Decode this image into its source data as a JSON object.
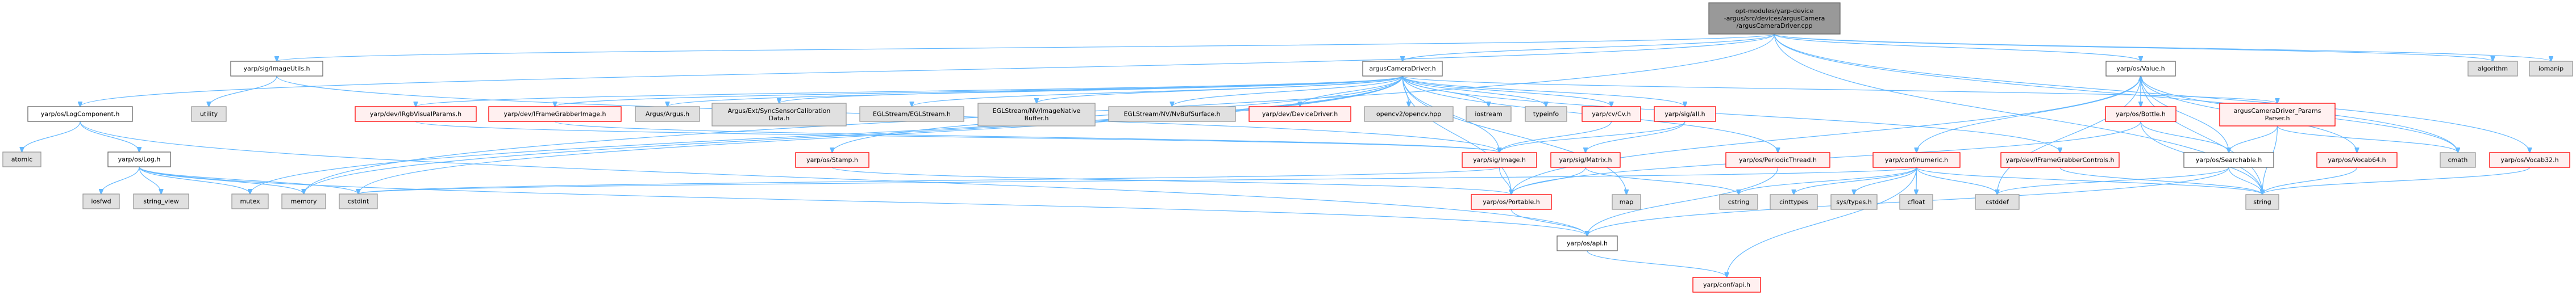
{
  "title": "opt-modules/yarp-device-argus/src/devices/argusCamera/argusCameraDriver.cpp include dependency graph",
  "colors": {
    "edge": "#63b8ff",
    "root_fill": "#999999",
    "red_border": "#ff0000",
    "red_fill": "#fff0f0",
    "system_fill": "#e0e0e0"
  },
  "nodes": [
    {
      "id": "root",
      "kind": "root",
      "lines": [
        "opt-modules/yarp-device",
        "-argus/src/devices/argusCamera",
        "/argusCameraDriver.cpp"
      ]
    },
    {
      "id": "logcomponent",
      "kind": "normal",
      "lines": [
        "yarp/os/LogComponent.h"
      ]
    },
    {
      "id": "atomic",
      "kind": "gray",
      "lines": [
        "atomic"
      ]
    },
    {
      "id": "log",
      "kind": "normal",
      "lines": [
        "yarp/os/Log.h"
      ]
    },
    {
      "id": "utility",
      "kind": "gray",
      "lines": [
        "utility"
      ]
    },
    {
      "id": "imageutils",
      "kind": "normal",
      "lines": [
        "yarp/sig/ImageUtils.h"
      ]
    },
    {
      "id": "iosfwd",
      "kind": "gray",
      "lines": [
        "iosfwd"
      ]
    },
    {
      "id": "string_view",
      "kind": "gray",
      "lines": [
        "string_view"
      ]
    },
    {
      "id": "mutex",
      "kind": "gray",
      "lines": [
        "mutex"
      ]
    },
    {
      "id": "memory",
      "kind": "gray",
      "lines": [
        "memory"
      ]
    },
    {
      "id": "cstdint",
      "kind": "gray",
      "lines": [
        "cstdint"
      ]
    },
    {
      "id": "driverh",
      "kind": "normal",
      "lines": [
        "argusCameraDriver.h"
      ]
    },
    {
      "id": "irgb",
      "kind": "red",
      "lines": [
        "yarp/dev/IRgbVisualParams.h"
      ]
    },
    {
      "id": "ifgimage",
      "kind": "red",
      "lines": [
        "yarp/dev/IFrameGrabberImage.h"
      ]
    },
    {
      "id": "argus",
      "kind": "gray",
      "lines": [
        "Argus/Argus.h"
      ]
    },
    {
      "id": "syncsensor",
      "kind": "gray",
      "lines": [
        "Argus/Ext/SyncSensorCalibration",
        "Data.h"
      ]
    },
    {
      "id": "eglstream",
      "kind": "gray",
      "lines": [
        "EGLStream/EGLStream.h"
      ]
    },
    {
      "id": "imagenative",
      "kind": "gray",
      "lines": [
        "EGLStream/NV/ImageNative",
        "Buffer.h"
      ]
    },
    {
      "id": "nvbuf",
      "kind": "gray",
      "lines": [
        "EGLStream/NV/NvBufSurface.h"
      ]
    },
    {
      "id": "devicedriver",
      "kind": "red",
      "lines": [
        "yarp/dev/DeviceDriver.h"
      ]
    },
    {
      "id": "opencv",
      "kind": "gray",
      "lines": [
        "opencv2/opencv.hpp"
      ]
    },
    {
      "id": "iostream",
      "kind": "gray",
      "lines": [
        "iostream"
      ]
    },
    {
      "id": "typeinfo",
      "kind": "gray",
      "lines": [
        "typeinfo"
      ]
    },
    {
      "id": "cv",
      "kind": "red",
      "lines": [
        "yarp/cv/Cv.h"
      ]
    },
    {
      "id": "sigall",
      "kind": "red",
      "lines": [
        "yarp/sig/all.h"
      ]
    },
    {
      "id": "stamp",
      "kind": "red",
      "lines": [
        "yarp/os/Stamp.h"
      ]
    },
    {
      "id": "image",
      "kind": "red",
      "lines": [
        "yarp/sig/Image.h"
      ]
    },
    {
      "id": "matrix",
      "kind": "red",
      "lines": [
        "yarp/sig/Matrix.h"
      ]
    },
    {
      "id": "periodic",
      "kind": "red",
      "lines": [
        "yarp/os/PeriodicThread.h"
      ]
    },
    {
      "id": "numeric",
      "kind": "red",
      "lines": [
        "yarp/conf/numeric.h"
      ]
    },
    {
      "id": "ifgcontrols",
      "kind": "red",
      "lines": [
        "yarp/dev/IFrameGrabberControls.h"
      ]
    },
    {
      "id": "value",
      "kind": "normal",
      "lines": [
        "yarp/os/Value.h"
      ]
    },
    {
      "id": "bottle",
      "kind": "red",
      "lines": [
        "yarp/os/Bottle.h"
      ]
    },
    {
      "id": "paramsparser",
      "kind": "red",
      "lines": [
        "argusCameraDriver_Params",
        "Parser.h"
      ]
    },
    {
      "id": "searchable",
      "kind": "normal",
      "lines": [
        "yarp/os/Searchable.h"
      ]
    },
    {
      "id": "vocab64",
      "kind": "red",
      "lines": [
        "yarp/os/Vocab64.h"
      ]
    },
    {
      "id": "cmath",
      "kind": "gray",
      "lines": [
        "cmath"
      ]
    },
    {
      "id": "vocab32",
      "kind": "red",
      "lines": [
        "yarp/os/Vocab32.h"
      ]
    },
    {
      "id": "algorithm",
      "kind": "gray",
      "lines": [
        "algorithm"
      ]
    },
    {
      "id": "iomanip",
      "kind": "gray",
      "lines": [
        "iomanip"
      ]
    },
    {
      "id": "portable",
      "kind": "red",
      "lines": [
        "yarp/os/Portable.h"
      ]
    },
    {
      "id": "map",
      "kind": "gray",
      "lines": [
        "map"
      ]
    },
    {
      "id": "cstring",
      "kind": "gray",
      "lines": [
        "cstring"
      ]
    },
    {
      "id": "cinttypes",
      "kind": "gray",
      "lines": [
        "cinttypes"
      ]
    },
    {
      "id": "systypes",
      "kind": "gray",
      "lines": [
        "sys/types.h"
      ]
    },
    {
      "id": "cfloat",
      "kind": "gray",
      "lines": [
        "cfloat"
      ]
    },
    {
      "id": "cstddef",
      "kind": "gray",
      "lines": [
        "cstddef"
      ]
    },
    {
      "id": "string",
      "kind": "gray",
      "lines": [
        "string"
      ]
    },
    {
      "id": "osapi",
      "kind": "normal",
      "lines": [
        "yarp/os/api.h"
      ]
    },
    {
      "id": "confapi",
      "kind": "red",
      "lines": [
        "yarp/conf/api.h"
      ]
    }
  ],
  "edges": [
    [
      "root",
      "logcomponent"
    ],
    [
      "root",
      "imageutils"
    ],
    [
      "root",
      "driverh"
    ],
    [
      "root",
      "value"
    ],
    [
      "root",
      "algorithm"
    ],
    [
      "root",
      "iomanip"
    ],
    [
      "root",
      "vocab32"
    ],
    [
      "root",
      "cmath"
    ],
    [
      "root",
      "string"
    ],
    [
      "root",
      "memory"
    ],
    [
      "logcomponent",
      "atomic"
    ],
    [
      "logcomponent",
      "log"
    ],
    [
      "logcomponent",
      "osapi"
    ],
    [
      "log",
      "iosfwd"
    ],
    [
      "log",
      "string_view"
    ],
    [
      "log",
      "mutex"
    ],
    [
      "log",
      "memory"
    ],
    [
      "log",
      "cstdint"
    ],
    [
      "log",
      "osapi"
    ],
    [
      "imageutils",
      "utility"
    ],
    [
      "imageutils",
      "image"
    ],
    [
      "driverh",
      "irgb"
    ],
    [
      "driverh",
      "ifgimage"
    ],
    [
      "driverh",
      "argus"
    ],
    [
      "driverh",
      "syncsensor"
    ],
    [
      "driverh",
      "eglstream"
    ],
    [
      "driverh",
      "imagenative"
    ],
    [
      "driverh",
      "nvbuf"
    ],
    [
      "driverh",
      "devicedriver"
    ],
    [
      "driverh",
      "opencv"
    ],
    [
      "driverh",
      "iostream"
    ],
    [
      "driverh",
      "typeinfo"
    ],
    [
      "driverh",
      "cv"
    ],
    [
      "driverh",
      "sigall"
    ],
    [
      "driverh",
      "stamp"
    ],
    [
      "driverh",
      "image"
    ],
    [
      "driverh",
      "periodic"
    ],
    [
      "driverh",
      "ifgcontrols"
    ],
    [
      "driverh",
      "paramsparser"
    ],
    [
      "driverh",
      "mutex"
    ],
    [
      "driverh",
      "memory"
    ],
    [
      "driverh",
      "cstdint"
    ],
    [
      "driverh",
      "map"
    ],
    [
      "driverh",
      "portable"
    ],
    [
      "irgb",
      "image"
    ],
    [
      "ifgimage",
      "image"
    ],
    [
      "stamp",
      "portable"
    ],
    [
      "cv",
      "image"
    ],
    [
      "sigall",
      "image"
    ],
    [
      "sigall",
      "matrix"
    ],
    [
      "image",
      "portable"
    ],
    [
      "image",
      "cstdint"
    ],
    [
      "matrix",
      "portable"
    ],
    [
      "matrix",
      "cstring"
    ],
    [
      "periodic",
      "osapi"
    ],
    [
      "ifgcontrols",
      "string"
    ],
    [
      "numeric",
      "cstring"
    ],
    [
      "numeric",
      "cinttypes"
    ],
    [
      "numeric",
      "systypes"
    ],
    [
      "numeric",
      "cfloat"
    ],
    [
      "numeric",
      "cstddef"
    ],
    [
      "numeric",
      "string"
    ],
    [
      "numeric",
      "confapi"
    ],
    [
      "numeric",
      "cstdint"
    ],
    [
      "value",
      "bottle"
    ],
    [
      "value",
      "searchable"
    ],
    [
      "value",
      "numeric"
    ],
    [
      "value",
      "vocab64"
    ],
    [
      "value",
      "cmath"
    ],
    [
      "value",
      "string"
    ],
    [
      "value",
      "cstddef"
    ],
    [
      "value",
      "portable"
    ],
    [
      "bottle",
      "value"
    ],
    [
      "bottle",
      "searchable"
    ],
    [
      "bottle",
      "string"
    ],
    [
      "bottle",
      "portable"
    ],
    [
      "paramsparser",
      "searchable"
    ],
    [
      "paramsparser",
      "string"
    ],
    [
      "paramsparser",
      "cmath"
    ],
    [
      "searchable",
      "string"
    ],
    [
      "searchable",
      "cstddef"
    ],
    [
      "searchable",
      "osapi"
    ],
    [
      "vocab64",
      "string"
    ],
    [
      "vocab32",
      "string"
    ],
    [
      "portable",
      "osapi"
    ],
    [
      "osapi",
      "confapi"
    ]
  ]
}
